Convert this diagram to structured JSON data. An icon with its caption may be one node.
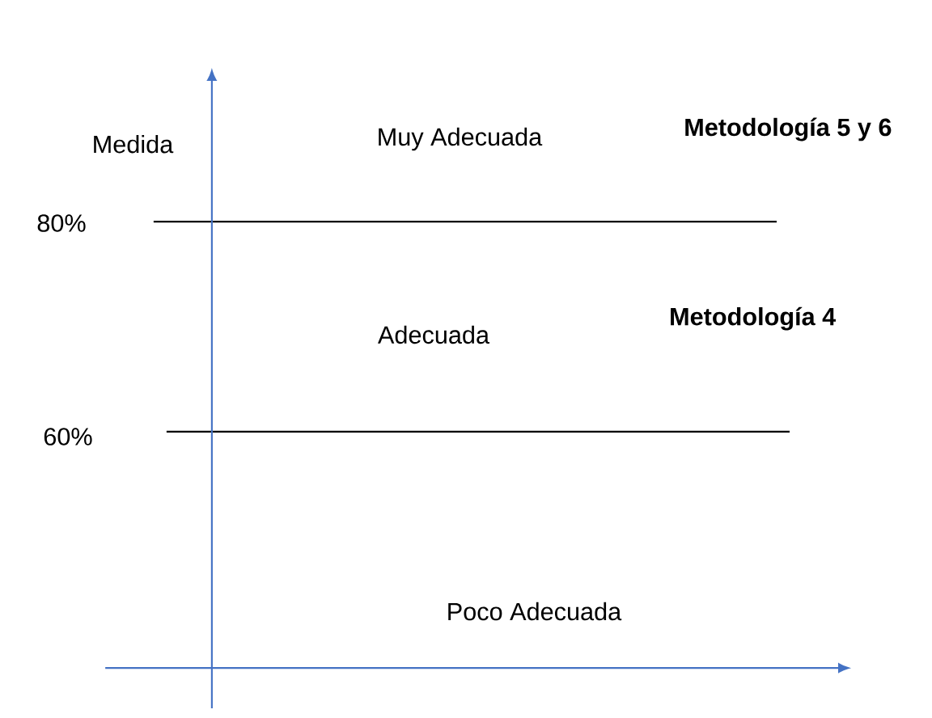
{
  "diagram": {
    "labels": [
      "Medida",
      "Muy Adecuada",
      "Metodología 5 y 6",
      "80%",
      "Adecuada",
      "Metodología 4",
      "60%",
      "Poco Adecuada"
    ]
  }
}
